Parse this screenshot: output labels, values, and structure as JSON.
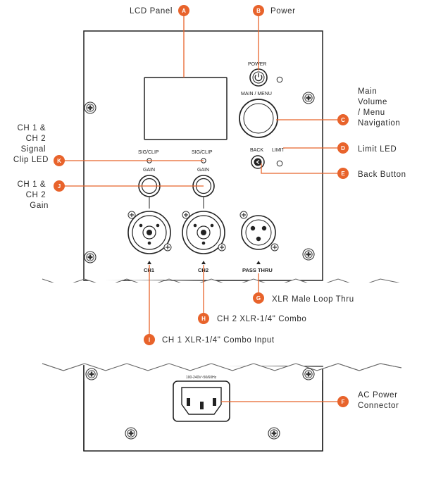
{
  "accent_color": "#e8632b",
  "callouts": {
    "A": {
      "letter": "A",
      "text": "LCD Panel"
    },
    "B": {
      "letter": "B",
      "text": "Power"
    },
    "C": {
      "letter": "C",
      "lines": [
        "Main",
        "Volume",
        "/ Menu",
        "Navigation"
      ]
    },
    "D": {
      "letter": "D",
      "text": "Limit LED"
    },
    "E": {
      "letter": "E",
      "text": "Back Button"
    },
    "F": {
      "letter": "F",
      "lines": [
        "AC Power",
        "Connector"
      ]
    },
    "G": {
      "letter": "G",
      "text": "XLR Male Loop Thru"
    },
    "H": {
      "letter": "H",
      "text": "CH 2 XLR-1/4\" Combo"
    },
    "I": {
      "letter": "I",
      "text": "CH 1 XLR-1/4\" Combo Input"
    },
    "J": {
      "letter": "J",
      "lines": [
        "CH 1 &",
        "CH 2",
        "Gain"
      ]
    },
    "K": {
      "letter": "K",
      "lines": [
        "CH 1 &",
        "CH 2",
        "Signal",
        "Clip LED"
      ]
    }
  },
  "panel": {
    "power": "POWER",
    "main_menu": "MAIN / MENU",
    "back": "BACK",
    "limit": "LIMIT",
    "sig_clip_1": "SIG/CLIP",
    "sig_clip_2": "SIG/CLIP",
    "gain_1": "GAIN",
    "gain_2": "GAIN",
    "ch1": "CH1",
    "ch2": "CH2",
    "pass_thru": "PASS THRU",
    "ac_rating": "100-240V~50/60Hz"
  }
}
